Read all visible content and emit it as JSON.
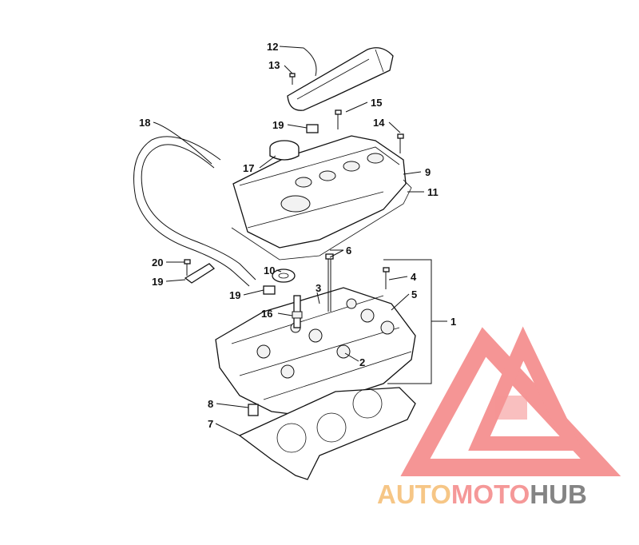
{
  "diagram": {
    "callouts": [
      {
        "id": "1",
        "label": "1"
      },
      {
        "id": "2",
        "label": "2"
      },
      {
        "id": "3",
        "label": "3"
      },
      {
        "id": "4",
        "label": "4"
      },
      {
        "id": "5",
        "label": "5"
      },
      {
        "id": "6",
        "label": "6"
      },
      {
        "id": "7",
        "label": "7"
      },
      {
        "id": "8",
        "label": "8"
      },
      {
        "id": "9",
        "label": "9"
      },
      {
        "id": "10",
        "label": "10"
      },
      {
        "id": "11",
        "label": "11"
      },
      {
        "id": "12",
        "label": "12"
      },
      {
        "id": "13",
        "label": "13"
      },
      {
        "id": "14",
        "label": "14"
      },
      {
        "id": "15",
        "label": "15"
      },
      {
        "id": "16",
        "label": "16"
      },
      {
        "id": "17",
        "label": "17"
      },
      {
        "id": "18",
        "label": "18"
      },
      {
        "id": "19a",
        "label": "19"
      },
      {
        "id": "19b",
        "label": "19"
      },
      {
        "id": "20",
        "label": "20"
      },
      {
        "id": "21",
        "label": "21"
      }
    ]
  },
  "watermark": {
    "part1": "AUTO",
    "part2": "MOTO",
    "part3": "HUB",
    "colors": {
      "auto": "#f6c07a",
      "moto": "#f48d8d",
      "hub": "#777777",
      "logo": "#f27272"
    }
  }
}
